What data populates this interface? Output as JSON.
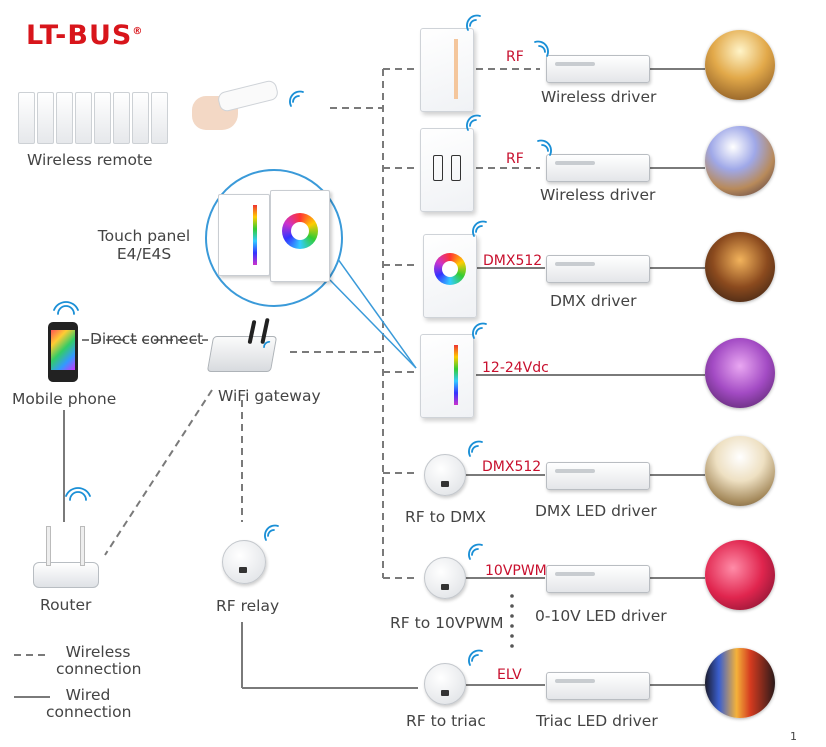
{
  "brand": {
    "name": "LT-BUS",
    "reg": "®"
  },
  "left": {
    "wireless_remote": "Wireless remote",
    "touch_panel_line1": "Touch panel",
    "touch_panel_line2": "E4/E4S",
    "direct_connect": "Direct connect",
    "mobile_phone": "Mobile phone",
    "wifi_gateway": "WiFi gateway",
    "router": "Router",
    "rf_relay": "RF relay"
  },
  "legend": {
    "wireless_line1": "Wireless",
    "wireless_line2": "connection",
    "wired_line1": "Wired",
    "wired_line2": "connection"
  },
  "rows": [
    {
      "signal": "RF",
      "driver": "Wireless driver"
    },
    {
      "signal": "RF",
      "driver": "Wireless driver"
    },
    {
      "signal": "DMX512",
      "driver": "DMX driver"
    },
    {
      "signal": "12-24Vdc",
      "driver": ""
    },
    {
      "signal": "DMX512",
      "device": "RF to DMX",
      "driver": "DMX LED driver"
    },
    {
      "signal": "10VPWM",
      "device": "RF to 10VPWM",
      "driver": "0-10V LED driver"
    },
    {
      "signal": "ELV",
      "device": "RF to triac",
      "driver": "Triac LED driver"
    }
  ],
  "page_number": "1",
  "colors": {
    "brand": "#d8151b",
    "signal": "#c8102e",
    "wifi": "#1a8fd6",
    "line": "#7a7a7a"
  }
}
